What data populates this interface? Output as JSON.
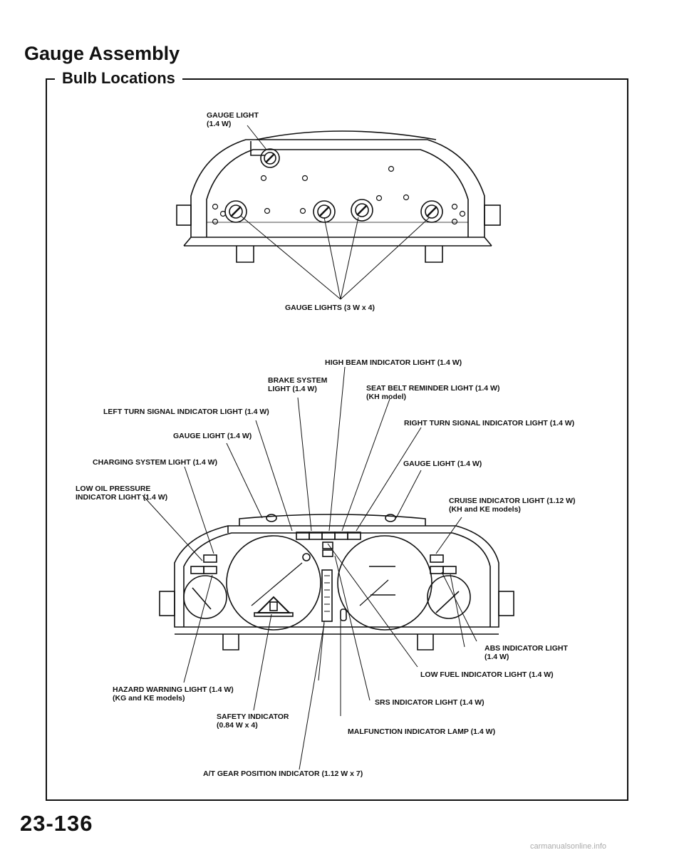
{
  "page": {
    "title": "Gauge Assembly",
    "subtitle": "Bulb Locations",
    "page_number": "23-136",
    "watermark": "carmanualsonline.info"
  },
  "labels": {
    "gauge_light_top": [
      "GAUGE LIGHT",
      "(1.4 W)"
    ],
    "gauge_lights_rear": [
      "GAUGE LIGHTS (3 W x 4)"
    ],
    "high_beam": [
      "HIGH BEAM INDICATOR LIGHT (1.4 W)"
    ],
    "brake_system": [
      "BRAKE SYSTEM",
      "LIGHT (1.4 W)"
    ],
    "seat_belt": [
      "SEAT BELT REMINDER LIGHT (1.4 W)",
      "(KH model)"
    ],
    "left_turn": [
      "LEFT TURN SIGNAL INDICATOR LIGHT (1.4 W)"
    ],
    "right_turn": [
      "RIGHT TURN SIGNAL INDICATOR LIGHT (1.4 W)"
    ],
    "gauge_light_left": [
      "GAUGE LIGHT (1.4 W)"
    ],
    "gauge_light_right": [
      "GAUGE LIGHT (1.4 W)"
    ],
    "charging": [
      "CHARGING SYSTEM LIGHT (1.4 W)"
    ],
    "low_oil": [
      "LOW OIL PRESSURE",
      "INDICATOR LIGHT (1.4 W)"
    ],
    "cruise": [
      "CRUISE INDICATOR LIGHT (1.12 W)",
      "(KH and KE models)"
    ],
    "abs": [
      "ABS INDICATOR LIGHT",
      "(1.4 W)"
    ],
    "low_fuel": [
      "LOW FUEL INDICATOR LIGHT (1.4 W)"
    ],
    "hazard": [
      "HAZARD WARNING LIGHT (1.4 W)",
      "(KG and KE models)"
    ],
    "srs": [
      "SRS INDICATOR LIGHT (1.4 W)"
    ],
    "safety": [
      "SAFETY INDICATOR",
      "(0.84 W x 4)"
    ],
    "malfunction": [
      "MALFUNCTION INDICATOR LAMP (1.4 W)"
    ],
    "at_gear": [
      "A/T GEAR POSITION INDICATOR (1.12 W x 7)"
    ]
  }
}
